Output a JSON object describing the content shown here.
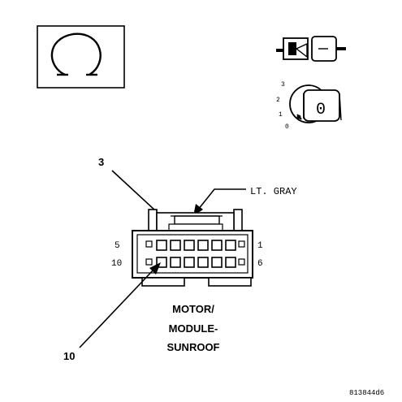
{
  "legend_symbol": {
    "icon": "ohm-icon",
    "meaning_visual": "ohmmeter symbol in box"
  },
  "connector_icon": "connector-halves-icon",
  "ignition_key_icon": {
    "icon": "ignition-key-icon",
    "positions": [
      "3",
      "2",
      "1",
      "0"
    ],
    "key_label": "0"
  },
  "wire_color_label": "LT. GRAY",
  "pin_callouts": {
    "top_pin": "3",
    "bottom_pin": "10"
  },
  "connector_pin_numbers": {
    "top_left": "5",
    "top_right": "1",
    "bottom_left": "10",
    "bottom_right": "6"
  },
  "component_name": {
    "line1": "MOTOR/",
    "line2": "MODULE-",
    "line3": "SUNROOF"
  },
  "figure_id": "813844d6"
}
